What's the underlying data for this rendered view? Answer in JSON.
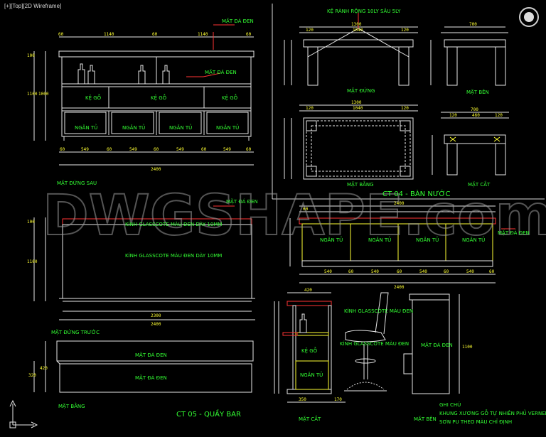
{
  "viewport": {
    "label": "[+][Top][2D Wireframe]"
  },
  "viewcube_icon": "view-cube-icon",
  "ucs_icon": "ucs-axis-icon",
  "watermark": "DWGSHAPE.com",
  "colors": {
    "bg": "#000000",
    "line": "#e8e8e8",
    "green": "#33ff33",
    "yellow": "#ffff33",
    "red": "#ff3333",
    "magenta": "#ff33ff",
    "cyan": "#66ffff"
  },
  "rear": {
    "label": "MẶT ĐỨNG SAU",
    "top_label": "MẶT ĐÁ ĐEN",
    "mid_label": "MẶT ĐÁ ĐEN",
    "shelf": "KỆ GỖ",
    "drawer": "NGĂN TỦ",
    "top_dims": [
      "60",
      "1140",
      "60",
      "1140",
      "60"
    ],
    "bottom_dims": [
      "60",
      "549",
      "60",
      "549",
      "60",
      "549",
      "60",
      "549",
      "60"
    ],
    "overall": "2400",
    "left_dims": [
      "100",
      "1100",
      "1000"
    ]
  },
  "front": {
    "label": "MẶT ĐỨNG TRƯỚC",
    "glass1": "KÍNH GLASSCOTE MÀU ĐEN DÀY 10MM",
    "glass2": "KÍNH GLASSCOTE MÀU ĐEN DÀY 10MM",
    "top_label": "MẶT ĐÁ ĐEN",
    "dims": [
      "2300",
      "2400"
    ],
    "left_dims": [
      "100",
      "1100"
    ]
  },
  "plan": {
    "label": "MẶT BẰNG",
    "top_label": "MẶT ĐÁ ĐEN",
    "body_label": "MẶT ĐÁ ĐEN",
    "left_dims": [
      "320",
      "420"
    ]
  },
  "title_bar": "CT 05 - QUẦY BAR",
  "table": {
    "title": "CT 04 - BÀN NƯỚC",
    "header_note": "KỆ RÀNH RỘNG 10LY SÂU 5LY",
    "front_label": "MẶT ĐỨNG",
    "side_label": "MẶT BÊN",
    "plan_label": "MẶT BẰNG",
    "section_label": "MẶT CẮT",
    "front_dims": [
      "1300",
      "120",
      "1040",
      "120"
    ],
    "side_dims": [
      "700"
    ],
    "plan_dims": [
      "1300",
      "120",
      "1040",
      "120"
    ],
    "section_dims": [
      "700",
      "120",
      "460",
      "120"
    ]
  },
  "bar_back": {
    "drawer": "NGĂN TỦ",
    "top_label": "MẶT ĐÁ ĐEN",
    "overall": "2400",
    "sub": "2400",
    "dims": [
      "60",
      "540",
      "60",
      "540",
      "60",
      "540",
      "60",
      "540",
      "60"
    ]
  },
  "bar_section": {
    "label": "MẶT CẮT",
    "glass1": "KÍNH GLASSCOTE MÀU ĐEN",
    "glass2": "KÍNH GLASSCOTE MÀU ĐEN",
    "shelf": "KỆ GỖ",
    "drawer": "NGĂN TỦ",
    "top_dims": [
      "420"
    ],
    "bottom_dims": [
      "350",
      "170"
    ]
  },
  "bar_side": {
    "label": "MẶT BÊN",
    "top_label": "MẶT ĐÁ ĐEN",
    "right_dim": "1100"
  },
  "notes": {
    "title": "GHI CHÚ",
    "line1": "KHUNG XƯƠNG GỖ TỰ NHIÊN PHỦ VERNEER",
    "line2": "SƠN PU THEO MÀU CHỈ ĐỊNH"
  }
}
